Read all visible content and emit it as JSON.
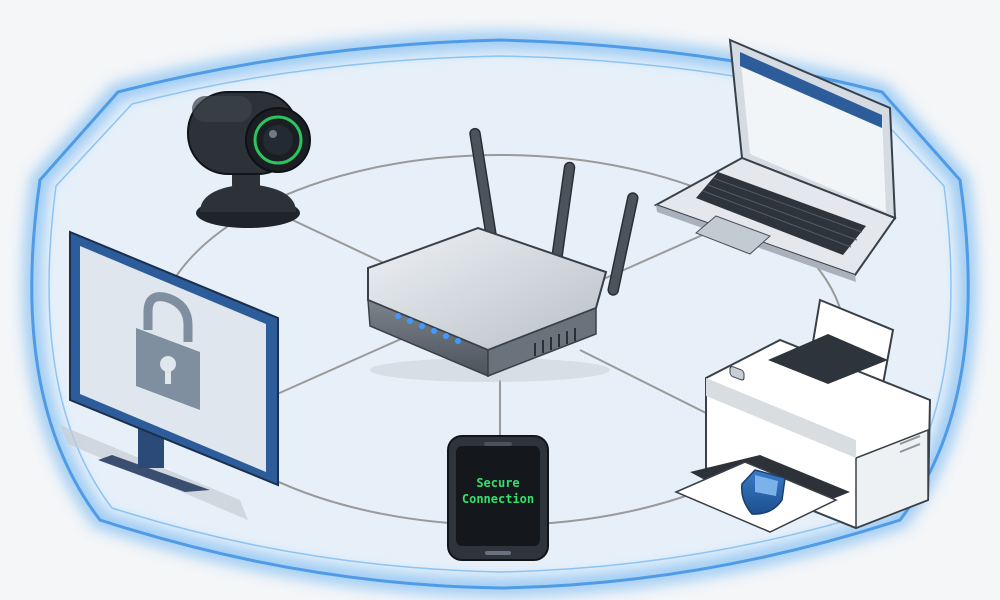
{
  "scene": {
    "colors": {
      "background": "#f4f6f8",
      "shield_glow": "#5aaaf0",
      "ring_line": "#9a9a9a",
      "device_dark": "#2a2f36",
      "screen_blue": "#2d5c9a",
      "screen_light": "#dfe6ee",
      "status_led": "#3f9bff",
      "phone_text": "#35e06a"
    },
    "devices": [
      {
        "id": "router",
        "icon": "wifi-router-icon"
      },
      {
        "id": "camera",
        "icon": "security-camera-icon"
      },
      {
        "id": "laptop",
        "icon": "laptop-icon"
      },
      {
        "id": "monitor",
        "icon": "desktop-monitor-icon",
        "screen_icon": "padlock-icon"
      },
      {
        "id": "printer",
        "icon": "printer-icon",
        "paper_icon": "shield-icon"
      },
      {
        "id": "phone",
        "icon": "smartphone-icon"
      }
    ],
    "phone_screen": {
      "line1": "Secure",
      "line2": "Connection"
    }
  }
}
